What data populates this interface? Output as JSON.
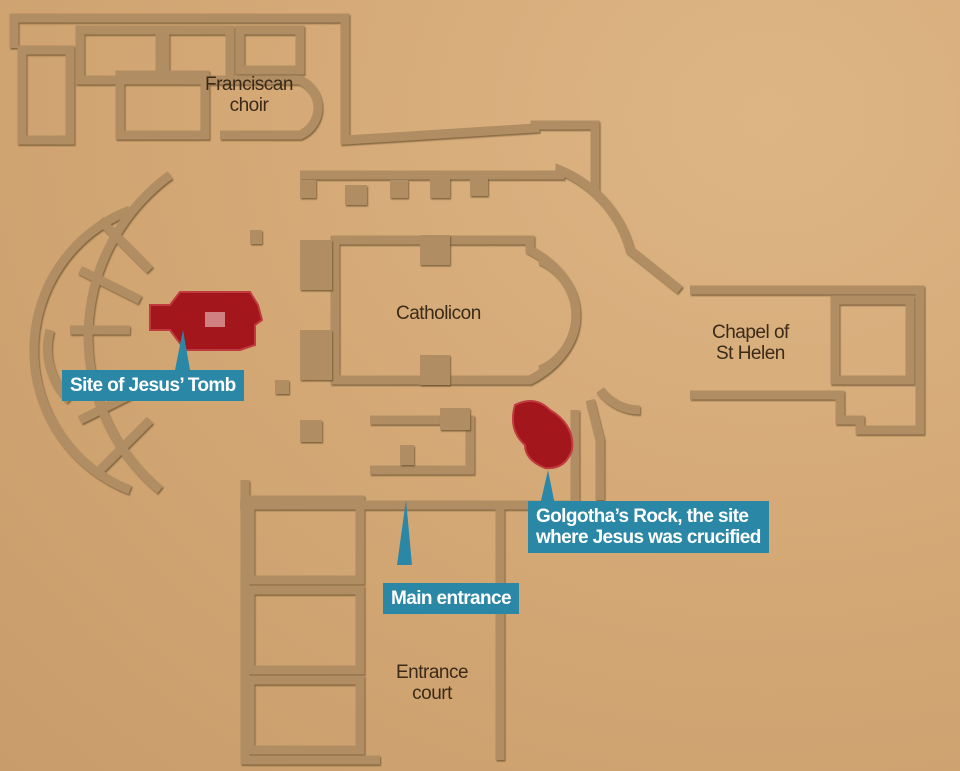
{
  "areas": {
    "franciscan_choir": "Franciscan\nchoir",
    "catholicon": "Catholicon",
    "chapel_st_helen": "Chapel of\nSt Helen",
    "entrance_court": "Entrance\ncourt"
  },
  "callouts": {
    "tomb": "Site of Jesus’ Tomb",
    "golgotha": "Golgotha’s Rock, the site\nwhere Jesus was crucified",
    "main_entrance": "Main entrance"
  },
  "colors": {
    "background": "#d3a774",
    "walls": "#b08d62",
    "highlight": "#a3161c",
    "callout": "#2b87a6"
  }
}
